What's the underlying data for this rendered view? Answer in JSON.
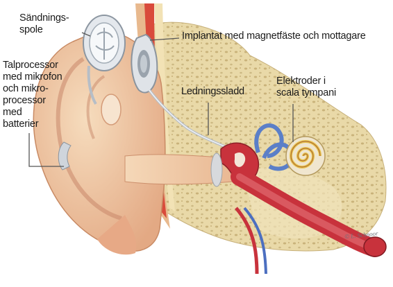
{
  "diagram": {
    "labels": {
      "coil": "Sändnings-\nspole",
      "implant": "Implantat med magnetfäste och mottagare",
      "processor": "Talprocessor\nmed mikrofon\noch mikro-\nprocessor\nmed\nbatterier",
      "lead": "Ledningssladd",
      "electrodes": "Elektroder i\nscala tympani"
    },
    "signature": "© L. Schnoor"
  },
  "colors": {
    "skin": "#f1c9a0",
    "bone": "#e9d9a8",
    "vessel_red": "#c8323c",
    "vessel_blue": "#4c6fc0",
    "device": "#d9dde3",
    "cochlea": "#e8c24a",
    "leader": "#555555"
  }
}
